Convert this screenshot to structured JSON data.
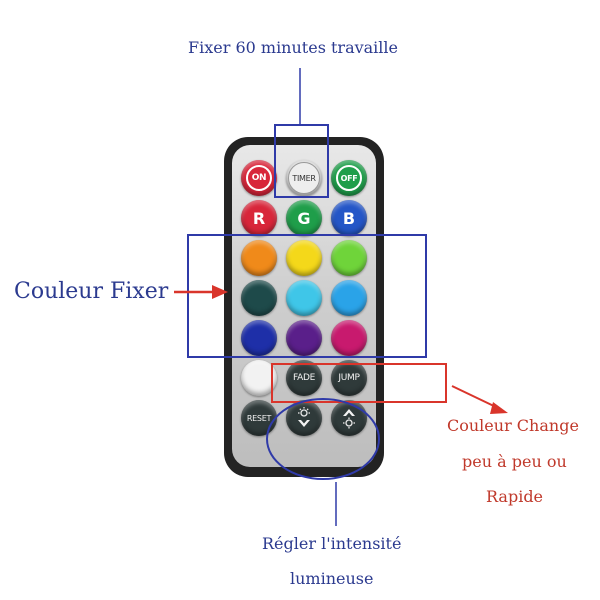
{
  "annotations": {
    "timer": "Fixer 60 minutes travaille",
    "color_fix": "Couleur Fixer",
    "color_change_line1": "Couleur Change",
    "color_change_line2": "peu à peu ou",
    "color_change_line3": "Rapide",
    "intensity_line1": "Régler l'intensité",
    "intensity_line2": "lumineuse"
  },
  "remote": {
    "on_label": "ON",
    "timer_label": "TIMER",
    "off_label": "OFF",
    "r_label": "R",
    "g_label": "G",
    "b_label": "B",
    "fade_label": "FADE",
    "jump_label": "JUMP",
    "reset_label": "RESET"
  },
  "colors": {
    "annotation_blue": "#2b3a8f",
    "annotation_red": "#c0392b",
    "highlight_blue": "#2f3aa8",
    "highlight_red": "#d9352b",
    "on_button": "#d8263a",
    "timer_button": "#d9d9d9",
    "off_button": "#1f9e4a",
    "r_button": "#d8263a",
    "g_button": "#1f9e4a",
    "b_button": "#2456c7",
    "color_buttons": [
      "#f08a1a",
      "#f4d81a",
      "#6fd43a",
      "#1e4a4a",
      "#3fc6e8",
      "#2aa3e8",
      "#1e2fa8",
      "#5a1f8a",
      "#c81a6e"
    ],
    "white_button": "#f2f2f2",
    "dark_button": "#2f3a3a"
  },
  "icons": [
    "brightness-down-icon",
    "brightness-up-icon"
  ]
}
